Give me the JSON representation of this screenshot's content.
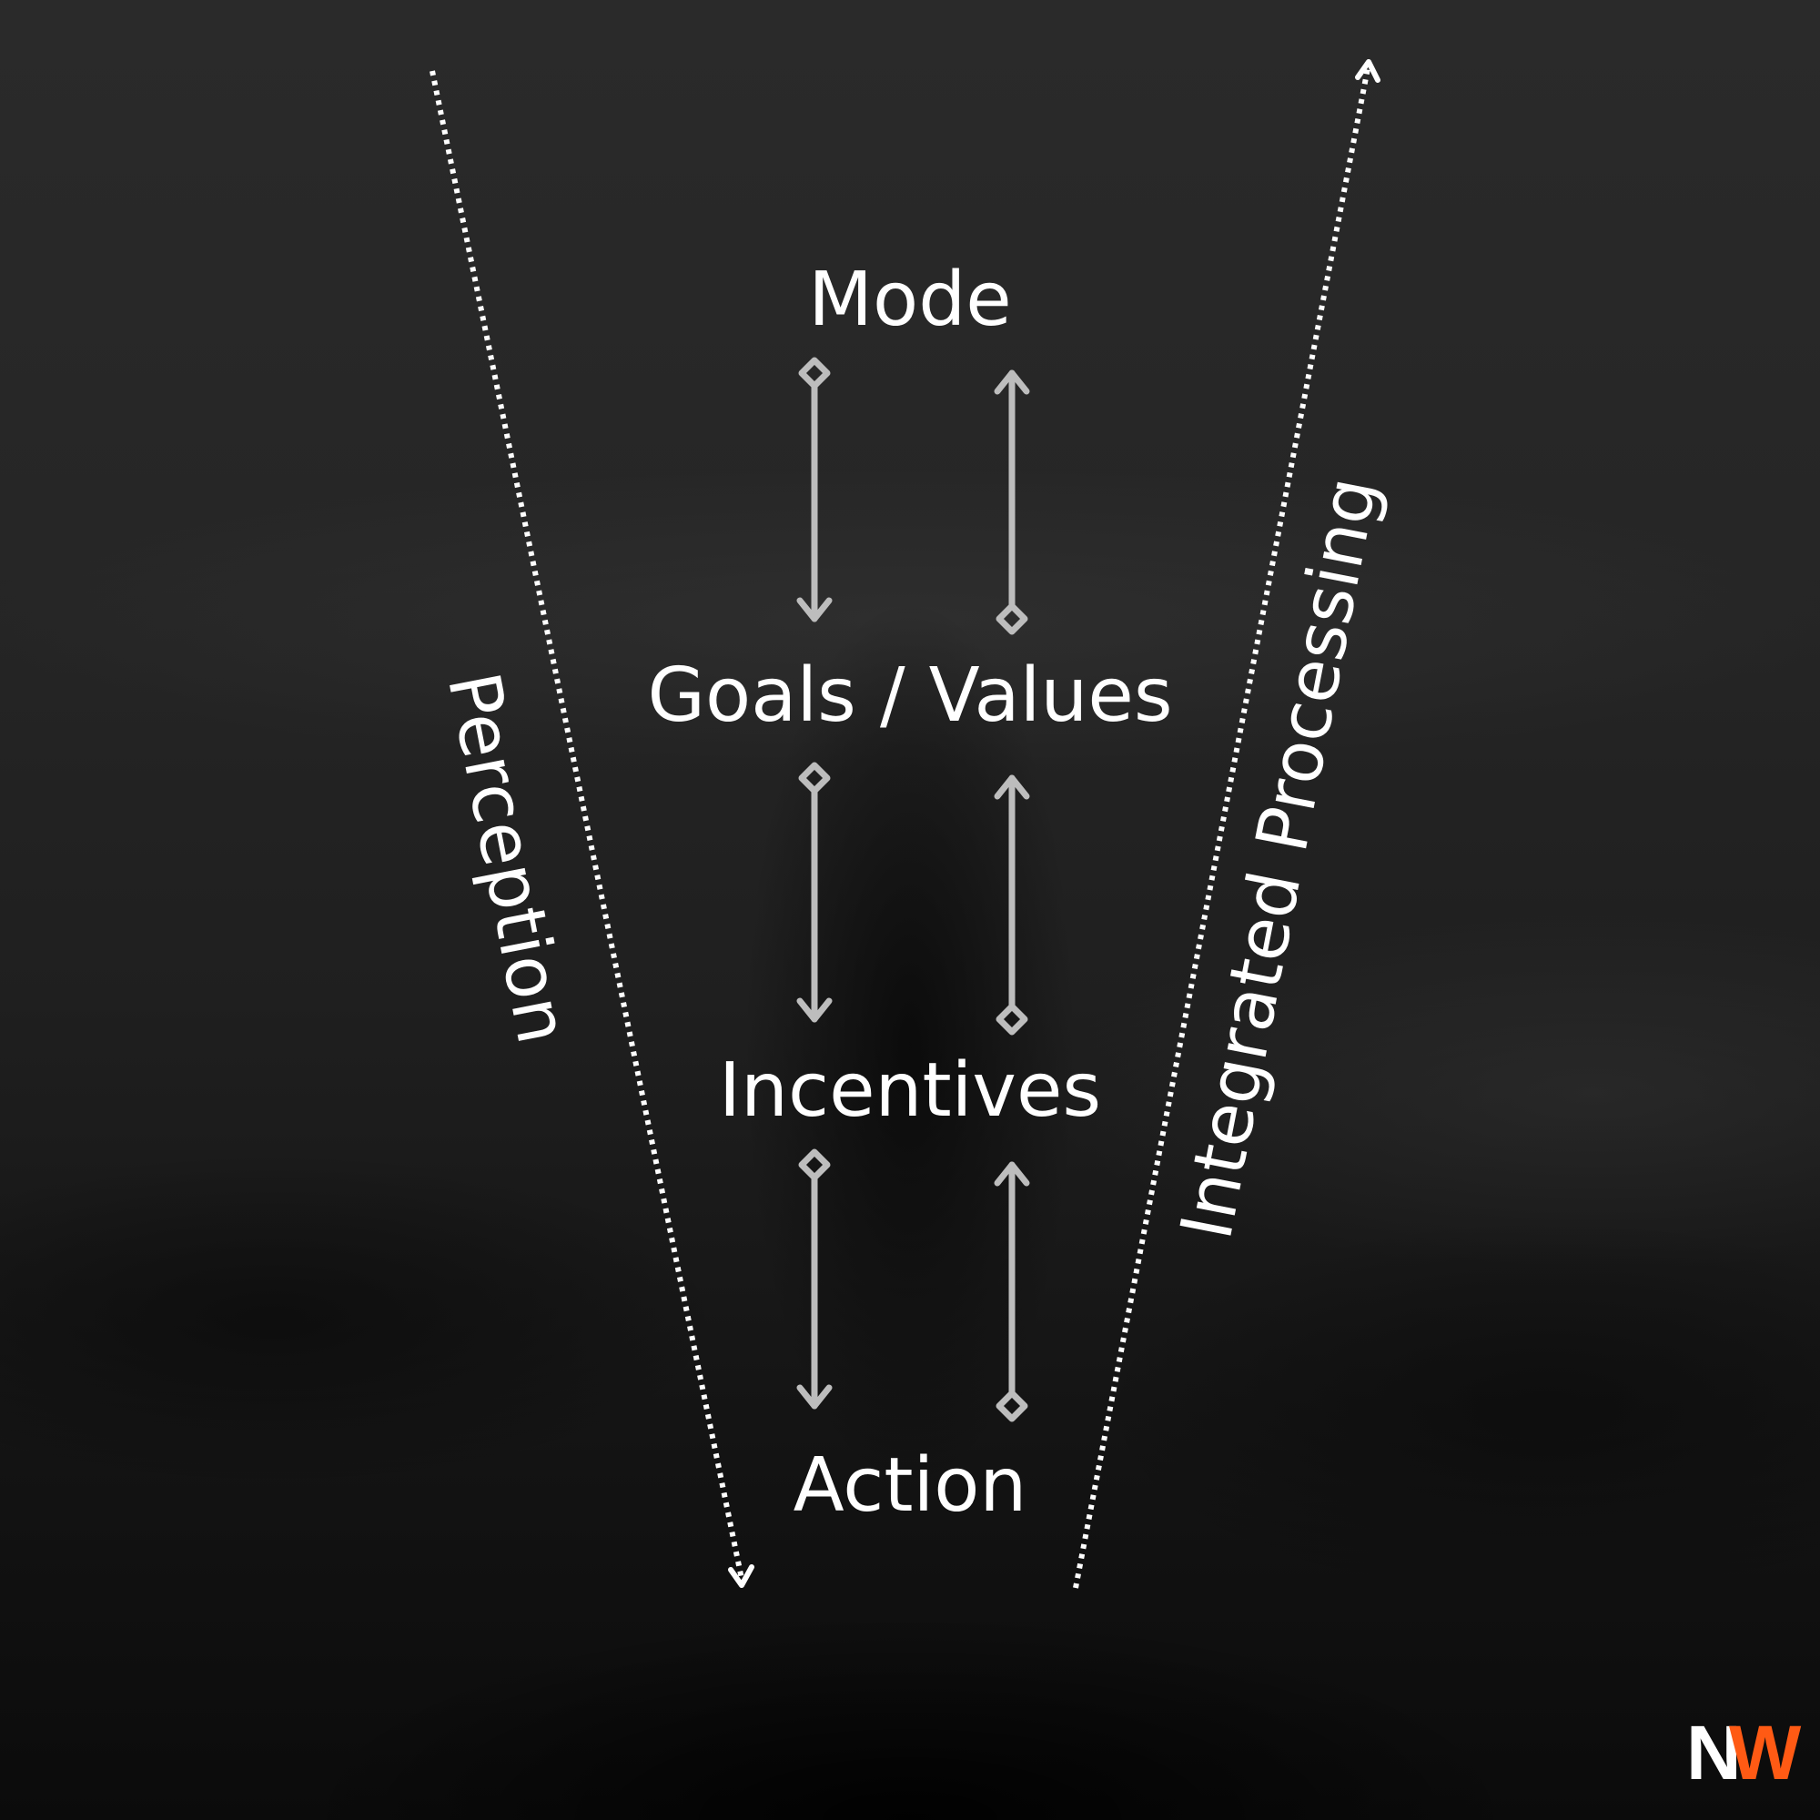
{
  "colors": {
    "text": "#ffffff",
    "arrows": "#bdbdbd",
    "logo_accent": "#ff5a14"
  },
  "nodes": [
    {
      "id": "mode",
      "label": "Mode"
    },
    {
      "id": "goals-values",
      "label": "Goals / Values"
    },
    {
      "id": "incentives",
      "label": "Incentives"
    },
    {
      "id": "action",
      "label": "Action"
    }
  ],
  "side_labels": {
    "left": "Perception",
    "right": "Integrated Processing"
  },
  "edges": [
    {
      "from": "mode",
      "to": "goals-values",
      "style": "diamond-to-arrow",
      "direction": "down"
    },
    {
      "from": "goals-values",
      "to": "mode",
      "style": "diamond-to-arrow",
      "direction": "up"
    },
    {
      "from": "goals-values",
      "to": "incentives",
      "style": "diamond-to-arrow",
      "direction": "down"
    },
    {
      "from": "incentives",
      "to": "goals-values",
      "style": "diamond-to-arrow",
      "direction": "up"
    },
    {
      "from": "incentives",
      "to": "action",
      "style": "diamond-to-arrow",
      "direction": "down"
    },
    {
      "from": "action",
      "to": "incentives",
      "style": "diamond-to-arrow",
      "direction": "up"
    }
  ],
  "flows": [
    {
      "label_ref": "left",
      "direction": "down",
      "style": "dotted"
    },
    {
      "label_ref": "right",
      "direction": "up",
      "style": "dotted"
    }
  ],
  "logo": {
    "letter_1": "N",
    "letter_2": "W"
  }
}
